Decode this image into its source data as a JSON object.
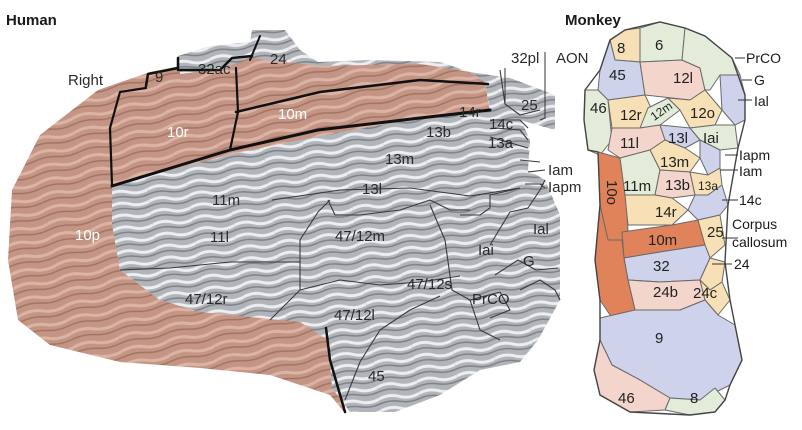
{
  "titles": {
    "human": "Human",
    "monkey": "Monkey",
    "right": "Right"
  },
  "colors": {
    "human_cortex_pink": "#c49585",
    "human_gyri_gray": "#a8abb0",
    "monkey_orange": "#e0835a",
    "monkey_pink": "#f3d5cc",
    "monkey_yellow": "#f7e0b5",
    "monkey_blue": "#ced2ea",
    "monkey_green": "#e2ecd9",
    "boundary": "#111111"
  },
  "human_labels": {
    "a24": "24",
    "a32ac": "32ac",
    "a9": "9",
    "a10m": "10m",
    "a10r": "10r",
    "a10p": "10p",
    "a14r": "14r",
    "a14c": "14c",
    "a13a": "13a",
    "a13b": "13b",
    "a13m": "13m",
    "a13l": "13l",
    "a11m": "11m",
    "a11l": "11l",
    "a47_12m": "47/12m",
    "a47_12r": "47/12r",
    "a47_12s": "47/12s",
    "a47_12l": "47/12l",
    "a45": "45",
    "a25": "25",
    "a32pl": "32pl",
    "aAON": "AON",
    "aIam": "Iam",
    "aIapm": "Iapm",
    "aIal": "Ial",
    "aIai": "Iai",
    "aG": "G",
    "aPrCO": "PrCO"
  },
  "monkey_labels": {
    "m8": "8",
    "m6": "6",
    "m45": "45",
    "m12l": "12l",
    "m46": "46",
    "m12r": "12r",
    "m12m": "12m",
    "m12o": "12o",
    "m11l": "11l",
    "m13l": "13l",
    "mIai": "Iai",
    "m13m": "13m",
    "m10o": "10o",
    "m11m": "11m",
    "m13b": "13b",
    "m13a": "13a",
    "m14r": "14r",
    "m10m": "10m",
    "m25": "25",
    "m32": "32",
    "m24b": "24b",
    "m24c": "24c",
    "m9": "9",
    "m46b": "46",
    "m8b": "8"
  },
  "monkey_external": {
    "PrCO": "PrCO",
    "G": "G",
    "Ial": "Ial",
    "Iapm": "Iapm",
    "Iam": "Iam",
    "c14c": "14c",
    "Corpus": "Corpus",
    "callosum": "callosum",
    "c24": "24"
  }
}
